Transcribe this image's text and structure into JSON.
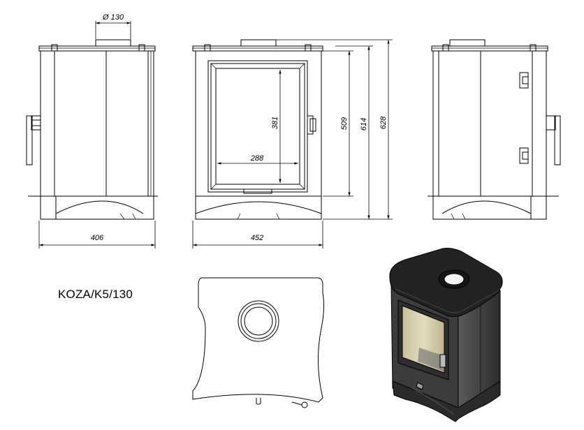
{
  "model_name": "KOZA/K5/130",
  "dimensions": {
    "flue_diameter": "Ø 130",
    "side_depth": "406",
    "front_width": "452",
    "door_glass_width": "288",
    "door_glass_height": "381",
    "door_height": "509",
    "flue_height": "614",
    "total_height": "628"
  },
  "colors": {
    "line": "#000000",
    "background": "#ffffff",
    "stove_body": "#3a3a3a",
    "stove_top": "#1e1e1e",
    "glass": "#d9d1b0"
  }
}
